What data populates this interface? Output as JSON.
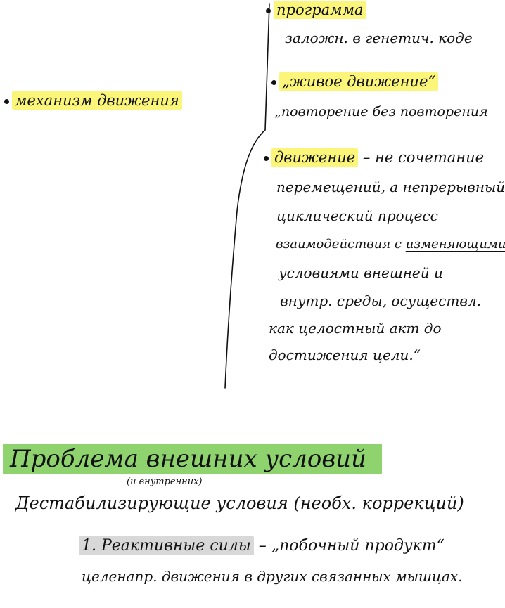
{
  "colors": {
    "yellow_highlight": "#fbf57a",
    "green_highlight": "#8fd36f",
    "gray_highlight": "#d8d8d8",
    "ink": "#111111"
  },
  "left_column": {
    "mechanism_label": "механизм движения"
  },
  "right_column": {
    "program_label": "программа",
    "program_desc": "заложн. в генетич. коде",
    "living_motion_label": "„живое движение“",
    "living_motion_desc": "„повторение без повторения",
    "movement_label": "движение",
    "movement_dash": " – не сочетание",
    "movement_lines": [
      "перемещений, а непрерывный",
      "циклический процесс",
      "взаимодействия с изменяющимися",
      "условиями внешней и",
      "внутр. среды, осуществл.",
      "как целостный акт до",
      "достижения цели.“"
    ],
    "movement_underlined": "изменяющимися",
    "movement_line3_prefix": "взаимодействия с "
  },
  "bottom": {
    "problem_title": "Проблема внешних условий",
    "problem_subtitle": "(и внутренних)",
    "destabilizing": "Дестабилизирующие условия (необх. коррекций)",
    "reactive_forces_label": "1. Реактивные силы",
    "reactive_forces_rest": " – „побочный продукт“",
    "reactive_forces_line2": "целенапр. движения в других связанных мышцах."
  }
}
